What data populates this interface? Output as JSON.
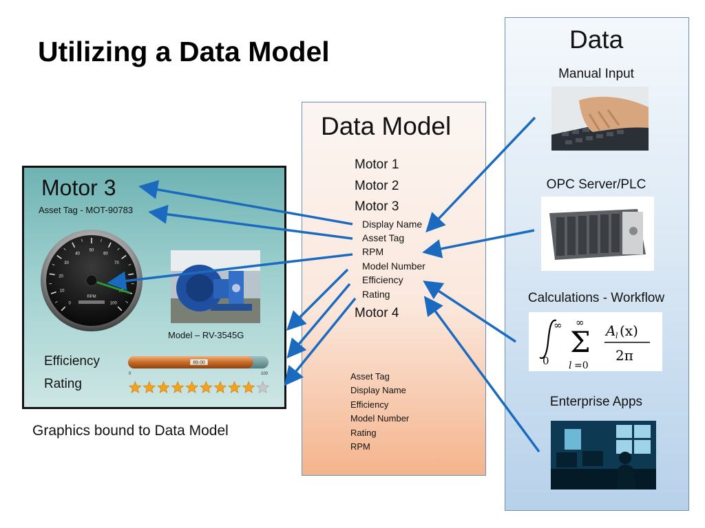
{
  "title": "Utilizing a Data Model",
  "graphic": {
    "motor_title": "Motor 3",
    "asset_tag": "Asset Tag - MOT-90783",
    "gauge_ticks": [
      "0",
      "10",
      "20",
      "30",
      "40",
      "50",
      "60",
      "70",
      "80",
      "90",
      "100"
    ],
    "gauge_unit": "RPM",
    "gauge_value": 90,
    "model_caption": "Model – RV-3545G",
    "efficiency_label": "Efficiency",
    "efficiency_value": "89.00",
    "efficiency_min": "0",
    "efficiency_max": "100",
    "rating_label": "Rating",
    "rating_stars_filled": 9,
    "rating_stars_total": 10,
    "caption": "Graphics bound to Data Model"
  },
  "data_model": {
    "title": "Data Model",
    "motors": [
      "Motor 1",
      "Motor 2",
      "Motor 3"
    ],
    "motor3_fields": [
      "Display Name",
      "Asset Tag",
      "RPM",
      "Model Number",
      "Efficiency",
      "Rating"
    ],
    "motor4": "Motor 4",
    "attribute_list": [
      "Asset Tag",
      "Display Name",
      "Efficiency",
      "Model Number",
      "Rating",
      "RPM"
    ]
  },
  "data_sources": {
    "title": "Data",
    "manual_input": "Manual Input",
    "opc": "OPC Server/PLC",
    "calculations": "Calculations - Workflow",
    "enterprise": "Enterprise Apps"
  },
  "colors": {
    "arrow": "#1a6bbf",
    "panel_teal": "#7fbcbc",
    "data_model_bg": "#f6c3a3",
    "data_bg": "#c4daf0",
    "efficiency_bar": "#c9742d",
    "star": "#f4a21d"
  },
  "icons": {
    "manual_input": "keyboard-typing-photo",
    "opc": "plc-rack-photo",
    "calculations": "formula-image",
    "enterprise": "computer-lab-photo",
    "motor": "industrial-fan-motor-photo"
  }
}
